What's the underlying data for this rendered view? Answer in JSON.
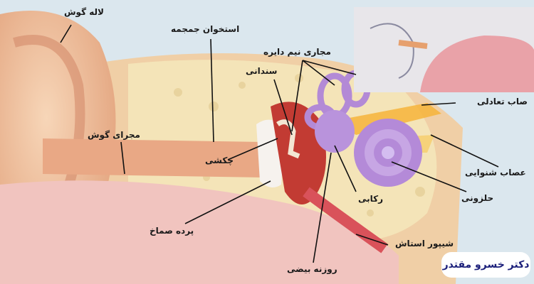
{
  "labels": {
    "pinna": "لاله گوش",
    "skull_bone": "استخوان جمجمه",
    "semicircular_canals": "مجاری نیم دایره",
    "incus": "سندانی",
    "ear_canal": "مجرای گوش",
    "malleus": "چکشی",
    "vestibular_nerve": "صاب تعادلی",
    "auditory_nerve": "عصاب شنوایی",
    "cochlea": "حلزونی",
    "stapes": "رکابی",
    "eardrum": "پرده صماخ",
    "eustachian_tube": "شیپور استاش",
    "oval_window": "روزنه بیضی"
  },
  "watermark": "دکتر خسرو مقتدر"
}
